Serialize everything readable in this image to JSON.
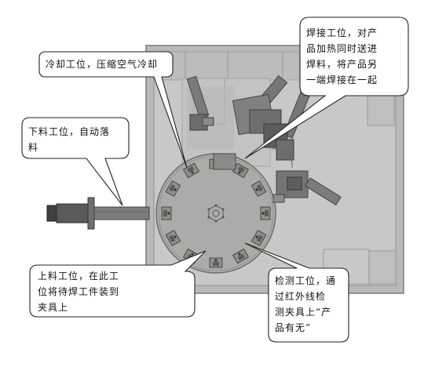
{
  "callouts": {
    "cooling": {
      "lines": [
        "冷却工位，压缩空气冷却"
      ]
    },
    "welding": {
      "lines": [
        "焊接工位，对产",
        "品加热同时送进",
        "焊料，将产品另",
        "一端焊接在一起"
      ]
    },
    "unloading": {
      "lines": [
        "下料工位，自动落",
        "料"
      ]
    },
    "loading": {
      "lines": [
        "上料工位，在此工",
        "位将待焊工件装到",
        "夹具上"
      ]
    },
    "inspection": {
      "lines": [
        "检测工位，通",
        "过红外线检",
        "测夹具上“产",
        "品有无”"
      ]
    }
  },
  "colors": {
    "frame": "#b9bab8",
    "frame_inner": "#c9cac7",
    "table": "#a7aaa7",
    "parts": "#6f6f6c",
    "callout_border": "#222222"
  },
  "icons": [
    "fixture-icon",
    "center-hub-icon",
    "welding-arm-icon",
    "gripper-icon"
  ]
}
